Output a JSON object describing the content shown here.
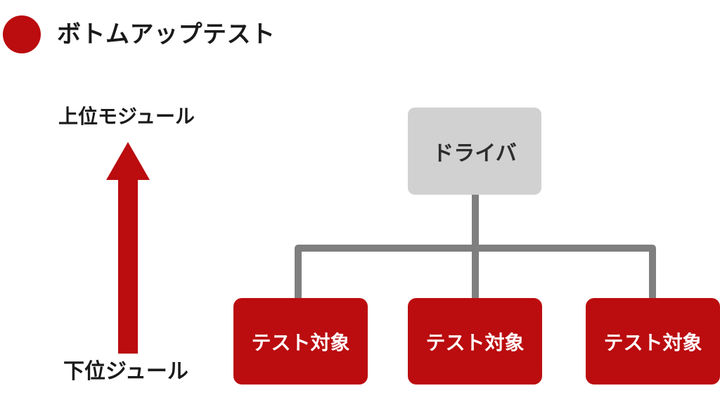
{
  "header": {
    "title": "ボトムアップテスト",
    "bullet_icon": "red-circle",
    "bullet_color": "#bb0c0f"
  },
  "left_panel": {
    "top_label": "上位モジュール",
    "bottom_label": "下位ジュール",
    "arrow_direction": "up",
    "arrow_color": "#bb0c0f"
  },
  "diagram": {
    "driver": {
      "label": "ドライバ",
      "fill_color": "#d1d1d1",
      "text_color": "#2d2d2d"
    },
    "targets": [
      {
        "label": "テスト対象"
      },
      {
        "label": "テスト対象"
      },
      {
        "label": "テスト対象"
      }
    ],
    "target_fill_color": "#bb0c0f",
    "target_text_color": "#ffffff",
    "connector_color": "#7f7f7f"
  }
}
